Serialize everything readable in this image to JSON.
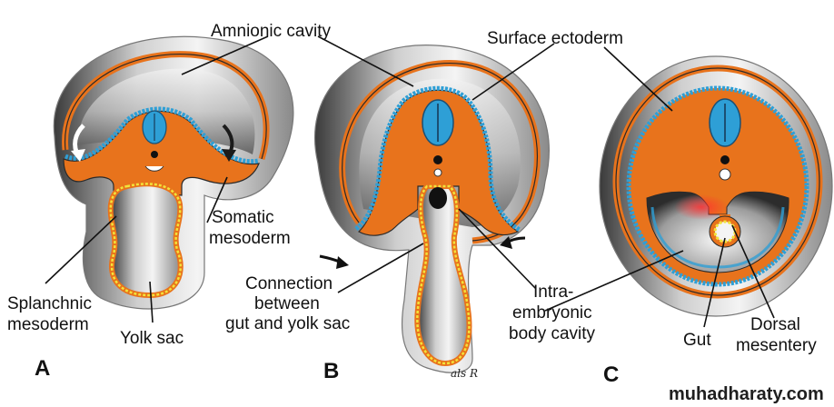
{
  "labels": {
    "amnionic_cavity": "Amnionic cavity",
    "surface_ectoderm": "Surface ectoderm",
    "somatic_mesoderm_1": "Somatic",
    "somatic_mesoderm_2": "mesoderm",
    "splanchnic_mesoderm_1": "Splanchnic",
    "splanchnic_mesoderm_2": "mesoderm",
    "yolk_sac": "Yolk sac",
    "connection_1": "Connection",
    "connection_2": "between",
    "connection_3": "gut and yolk sac",
    "intraembryonic_1": "Intra-",
    "intraembryonic_2": "embryonic",
    "intraembryonic_3": "body cavity",
    "gut": "Gut",
    "dorsal_mesentery_1": "Dorsal",
    "dorsal_mesentery_2": "mesentery"
  },
  "panels": {
    "a": "A",
    "b": "B",
    "c": "C"
  },
  "signature": "als R",
  "watermark": "muhadharaty.com",
  "colors": {
    "mesoderm": "#e8731c",
    "ectoderm": "#2e9fd6",
    "endoderm": "#f2e33a",
    "outline": "#2a2a2a"
  }
}
